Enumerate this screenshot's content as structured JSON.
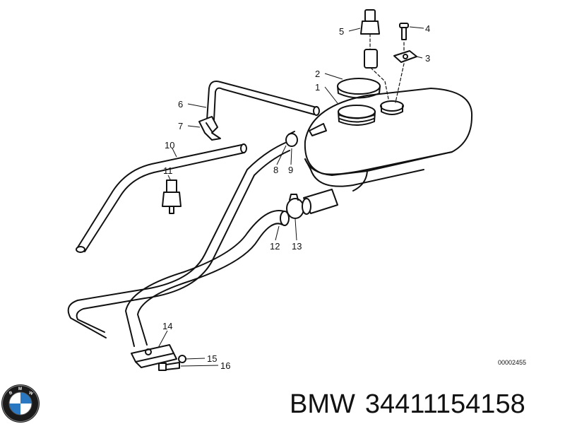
{
  "callouts": [
    "1",
    "2",
    "3",
    "4",
    "5",
    "6",
    "7",
    "8",
    "9",
    "10",
    "11",
    "12",
    "13",
    "14",
    "15",
    "16"
  ],
  "reference_code": "00002455",
  "logo": {
    "text": "BMW"
  },
  "product": {
    "brand": "BMW",
    "part_number": "34411154158"
  }
}
